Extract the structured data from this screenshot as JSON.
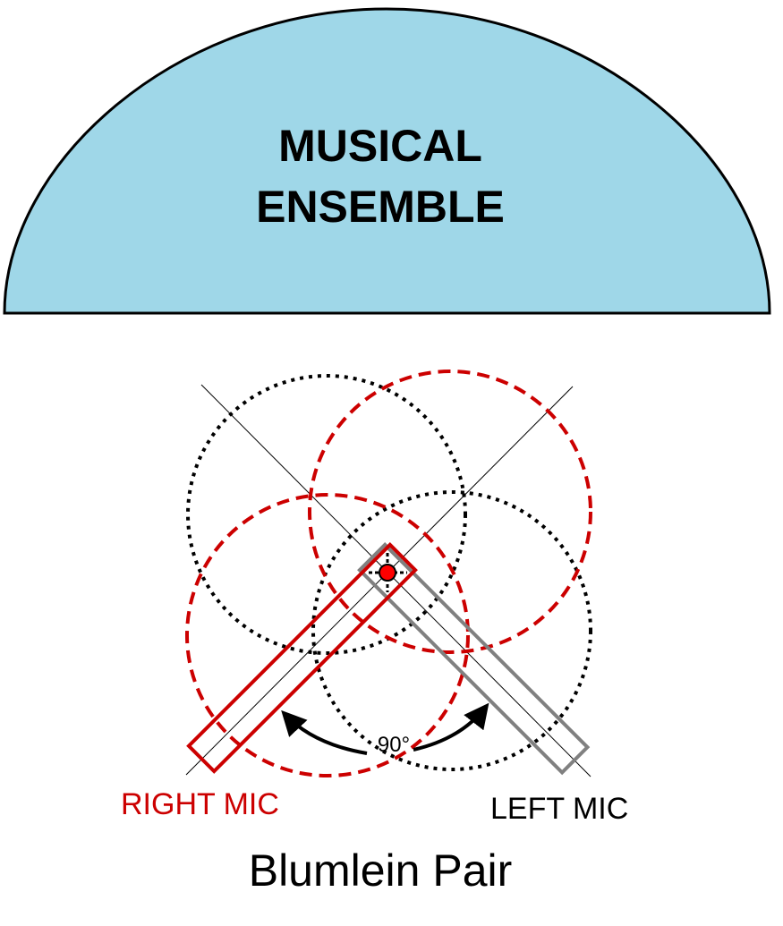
{
  "ensemble": {
    "line1": "MUSICAL",
    "line2": "ENSEMBLE",
    "fill": "#9fd7e8"
  },
  "labels": {
    "angle": "90°",
    "right_mic": "RIGHT MIC",
    "left_mic": "LEFT MIC",
    "title": "Blumlein Pair"
  },
  "colors": {
    "right": "#cc0000",
    "left": "#808080",
    "pattern_black": "#000000",
    "center_dot": "#ff0000"
  }
}
